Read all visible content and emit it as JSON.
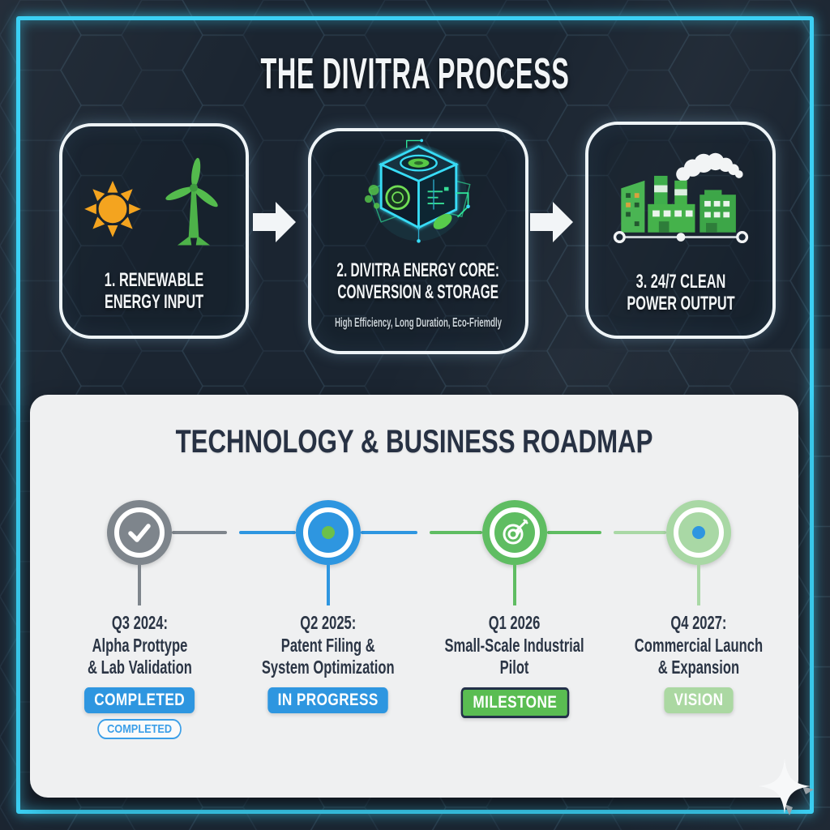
{
  "palette": {
    "background_navy": "#1b2531",
    "hexagon_line": "#3c5269",
    "neon_cyan": "#3bd0f4",
    "card_border_white": "#eef4f7",
    "panel_light": "#eff0f1",
    "text_navy": "#2b3545",
    "sun_orange": "#f4a41f",
    "eco_green": "#4db249",
    "status_blue": "#2e96e0",
    "status_green": "#5abd52",
    "status_light_green": "#abd8a2",
    "node_gray": "#7e858c"
  },
  "process": {
    "title": "THE DIVITRA PROCESS",
    "arrow_icon": "arrow-right-icon",
    "steps": [
      {
        "line1": "1. RENEWABLE",
        "line2": "ENERGY INPUT",
        "icons": [
          "sun-icon",
          "wind-turbine-icon"
        ]
      },
      {
        "line1": "2. DIVITRA ENERGY CORE:",
        "line2": "CONVERSION & STORAGE",
        "subtitle": "High Efficiency, Long Duration, Eco-Friemdly",
        "icons": [
          "energy-core-icon"
        ]
      },
      {
        "line1": "3. 24/7 CLEAN",
        "line2": "POWER OUTPUT",
        "icons": [
          "factory-icon"
        ]
      }
    ]
  },
  "roadmap": {
    "title": "TECHNOLOGY & BUSINESS ROADMAP",
    "milestones": [
      {
        "quarter": "Q3 2024:",
        "line2": "Alpha Prottype",
        "line3": "& Lab Validation",
        "badge": "COMPLETED",
        "badge_outline": "COMPLETED",
        "glyph": "check-icon",
        "color": "#7e858c",
        "badge_bg": "#2e96e0"
      },
      {
        "quarter": "Q2 2025:",
        "line2": "Patent Filing &",
        "line3": "System Optimization",
        "badge": "IN PROGRESS",
        "glyph": "dot-icon",
        "dot_color": "#6cc04a",
        "color": "#2e96e0",
        "badge_bg": "#2e96e0"
      },
      {
        "quarter": "Q1 2026",
        "line2": "Small-Scale Industrial",
        "line3": "Pilot",
        "badge": "MILESTONE",
        "glyph": "target-icon",
        "color": "#5fbd62",
        "badge_bg": "#5abd52"
      },
      {
        "quarter": "Q4 2027:",
        "line2": "Commercial Launch",
        "line3": "& Expansion",
        "badge": "VISION",
        "glyph": "dot-icon",
        "dot_color": "#2e96e0",
        "color": "#a9d8a5",
        "badge_bg": "#abd8a2"
      }
    ]
  }
}
